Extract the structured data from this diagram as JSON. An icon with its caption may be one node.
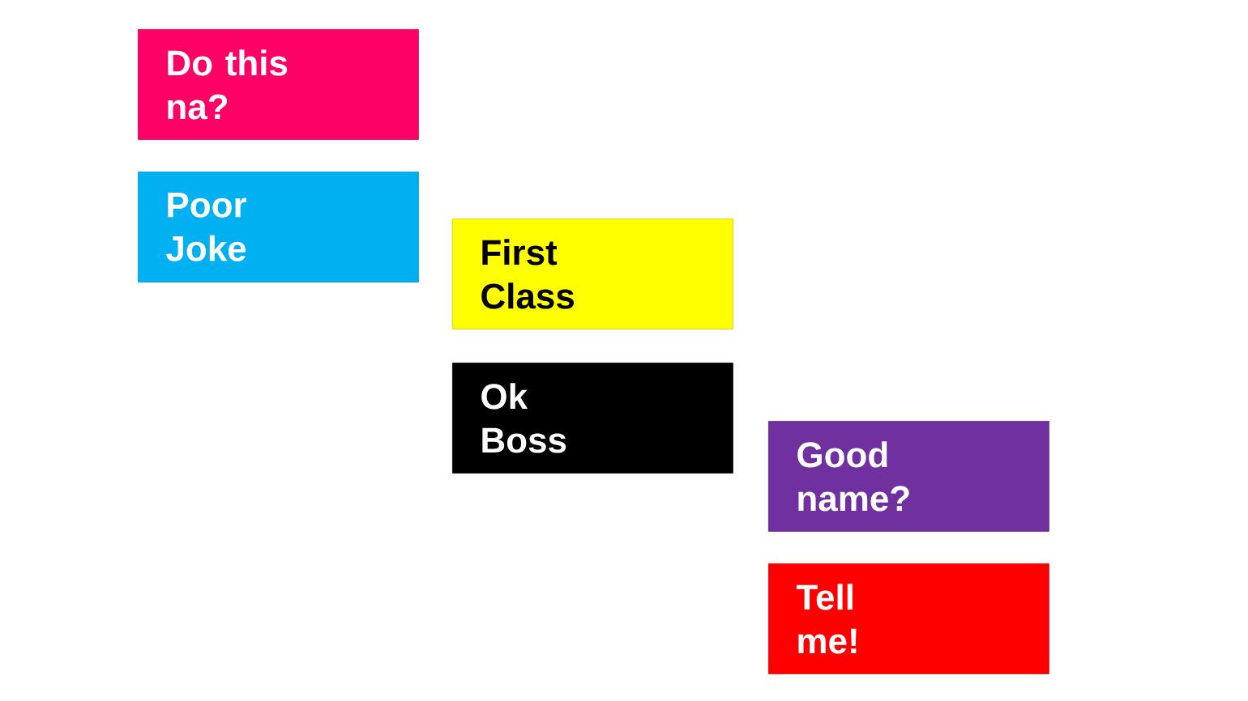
{
  "diagram": {
    "nodes": [
      {
        "text": [
          "Do this na?"
        ]
      },
      {
        "text": [
          "Poor Joke"
        ]
      },
      {
        "text": [
          "First Class"
        ]
      },
      {
        "text": [
          "Ok Boss"
        ]
      },
      {
        "text": [
          "Good name?"
        ]
      },
      {
        "text": [
          "Tell me!"
        ]
      }
    ]
  }
}
